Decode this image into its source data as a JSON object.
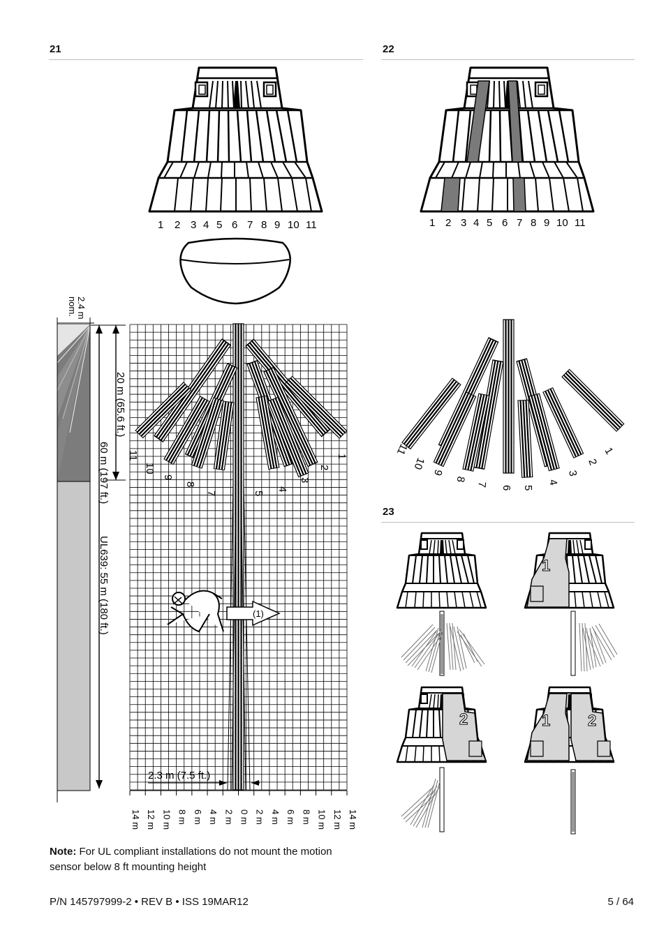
{
  "figures": {
    "fig21": {
      "number": "21"
    },
    "fig22": {
      "number": "22"
    },
    "fig23": {
      "number": "23"
    }
  },
  "lens_zone_labels": [
    "1",
    "2",
    "3",
    "4",
    "5",
    "6",
    "7",
    "8",
    "9",
    "10",
    "11"
  ],
  "coverage": {
    "mount_height": [
      "2.4 m",
      "nom."
    ],
    "dist_20m": "20 m (65.6 ft.)",
    "dist_60m": "60 m (197 ft.)",
    "dist_ul": "UL639: 55 m (180 ft.)",
    "width_label": "2.3 m (7.5 ft.)",
    "walk_arrow_label": "(1)",
    "x_axis_ticks": [
      "14 m",
      "12 m",
      "10 m",
      "8 m",
      "6 m",
      "4 m",
      "2 m",
      "0 m",
      "2 m",
      "4 m",
      "6 m",
      "8 m",
      "10 m",
      "12 m",
      "14 m"
    ]
  },
  "fig23_labels": {
    "one": "1",
    "two": "2"
  },
  "note": {
    "label": "Note:",
    "text": " For UL compliant installations do not mount the motion sensor below 8 ft mounting height"
  },
  "footer": {
    "part_number": "P/N 145797999-2 • REV B • ISS 19MAR12",
    "page": "5 / 64"
  },
  "colors": {
    "zone_shade": "#7a7a7a",
    "panel_shade": "#d6d6d6",
    "wall_dark": "#7c7c7c",
    "wall_light": "#c8c8c8"
  }
}
